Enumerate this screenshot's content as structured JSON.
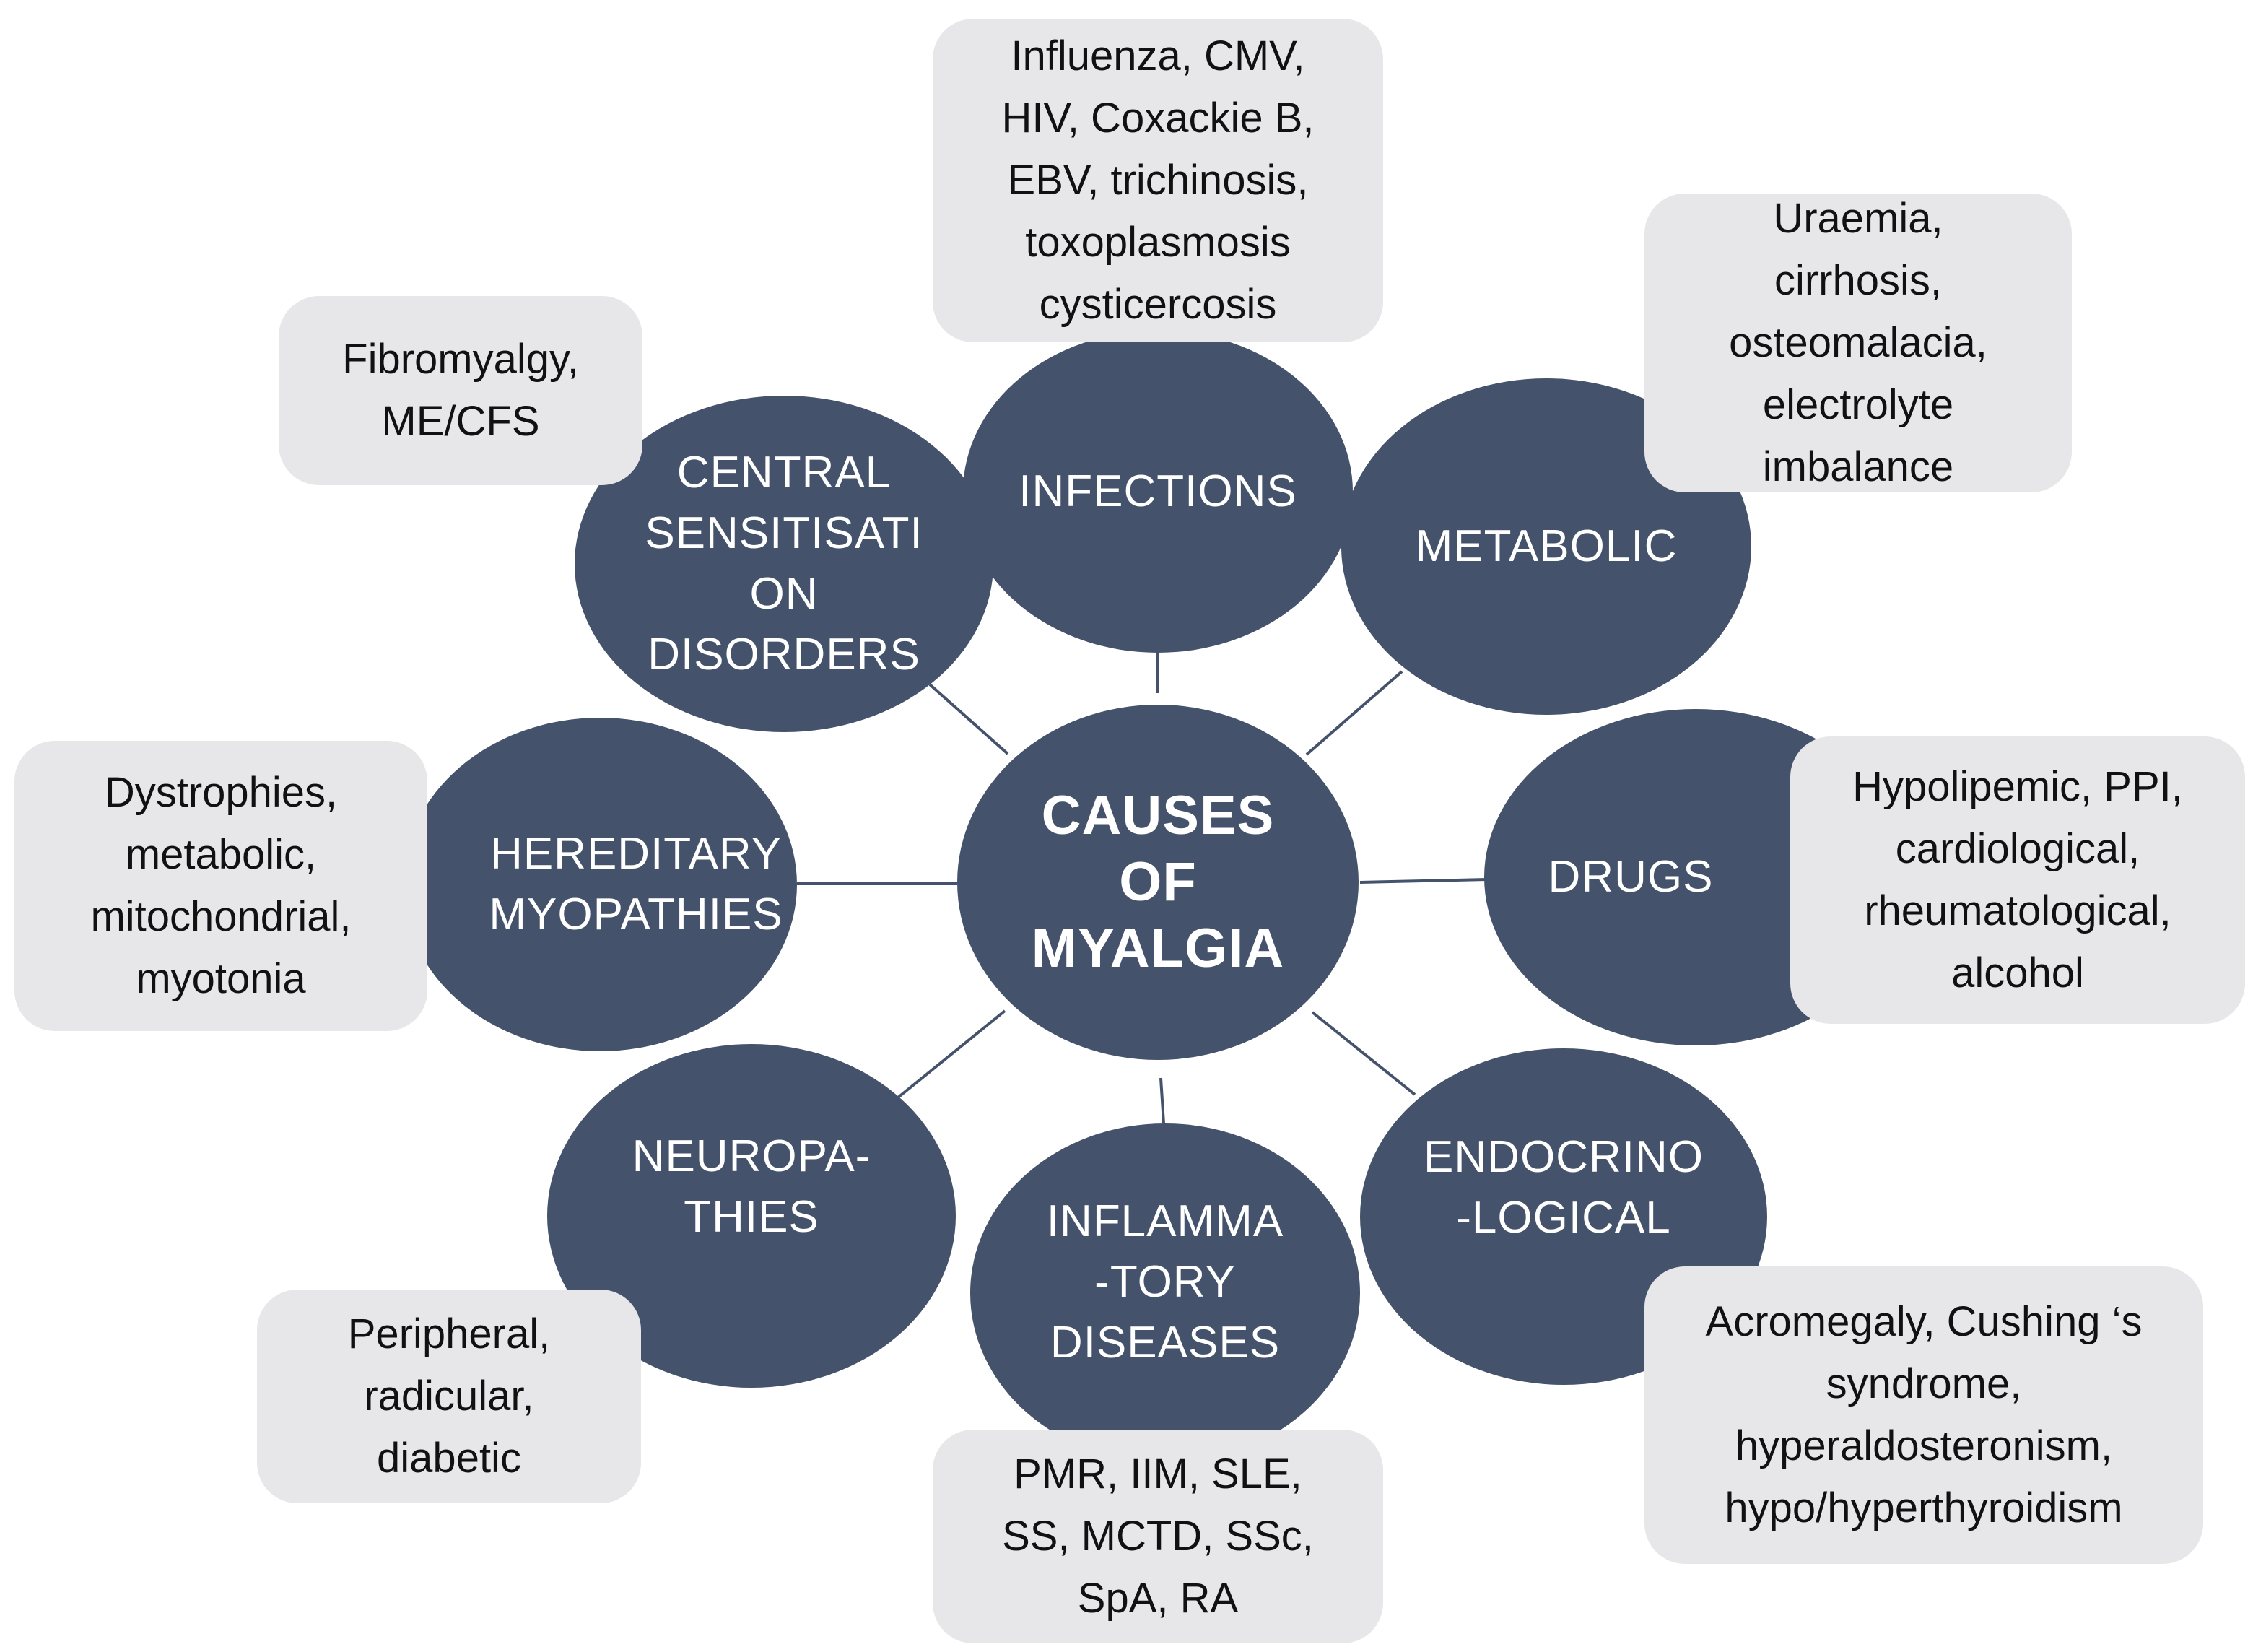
{
  "center": {
    "label": "CAUSES\nOF\nMYALGIA"
  },
  "colors": {
    "node_fill": "#44536B",
    "box_fill": "#E7E7E9",
    "connector": "#44536B"
  },
  "categories": [
    {
      "id": "infections",
      "label": "INFECTIONS",
      "examples": "Influenza, CMV,\nHIV, Coxackie B,\nEBV, trichinosis,\ntoxoplasmosis\ncysticercosis"
    },
    {
      "id": "metabolic",
      "label": "METABOLIC",
      "examples": "Uraemia,\ncirrhosis,\nosteomalacia,\nelectrolyte\nimbalance"
    },
    {
      "id": "drugs",
      "label": "DRUGS",
      "examples": "Hypolipemic, PPI,\ncardiological,\nrheumatological,\nalcohol"
    },
    {
      "id": "endocrinological",
      "label": "ENDOCRINO\n-LOGICAL",
      "examples": "Acromegaly, Cushing ‘s\nsyndrome,\nhyperaldosteronism,\nhypo/hyperthyroidism"
    },
    {
      "id": "inflammatory",
      "label": "INFLAMMA\n-TORY\nDISEASES",
      "examples": "PMR, IIM,  SLE,\nSS, MCTD, SSc,\nSpA, RA"
    },
    {
      "id": "neuropathies",
      "label": "NEUROPA-\nTHIES",
      "examples": "Peripheral,\nradicular,\ndiabetic"
    },
    {
      "id": "hereditary",
      "label": "HEREDITARY\nMYOPATHIES",
      "examples": "Dystrophies,\nmetabolic,\nmitochondrial,\nmyotonia"
    },
    {
      "id": "central",
      "label": "CENTRAL\nSENSITISATI\nON\nDISORDERS",
      "examples": "Fibromyalgy,\nME/CFS"
    }
  ]
}
